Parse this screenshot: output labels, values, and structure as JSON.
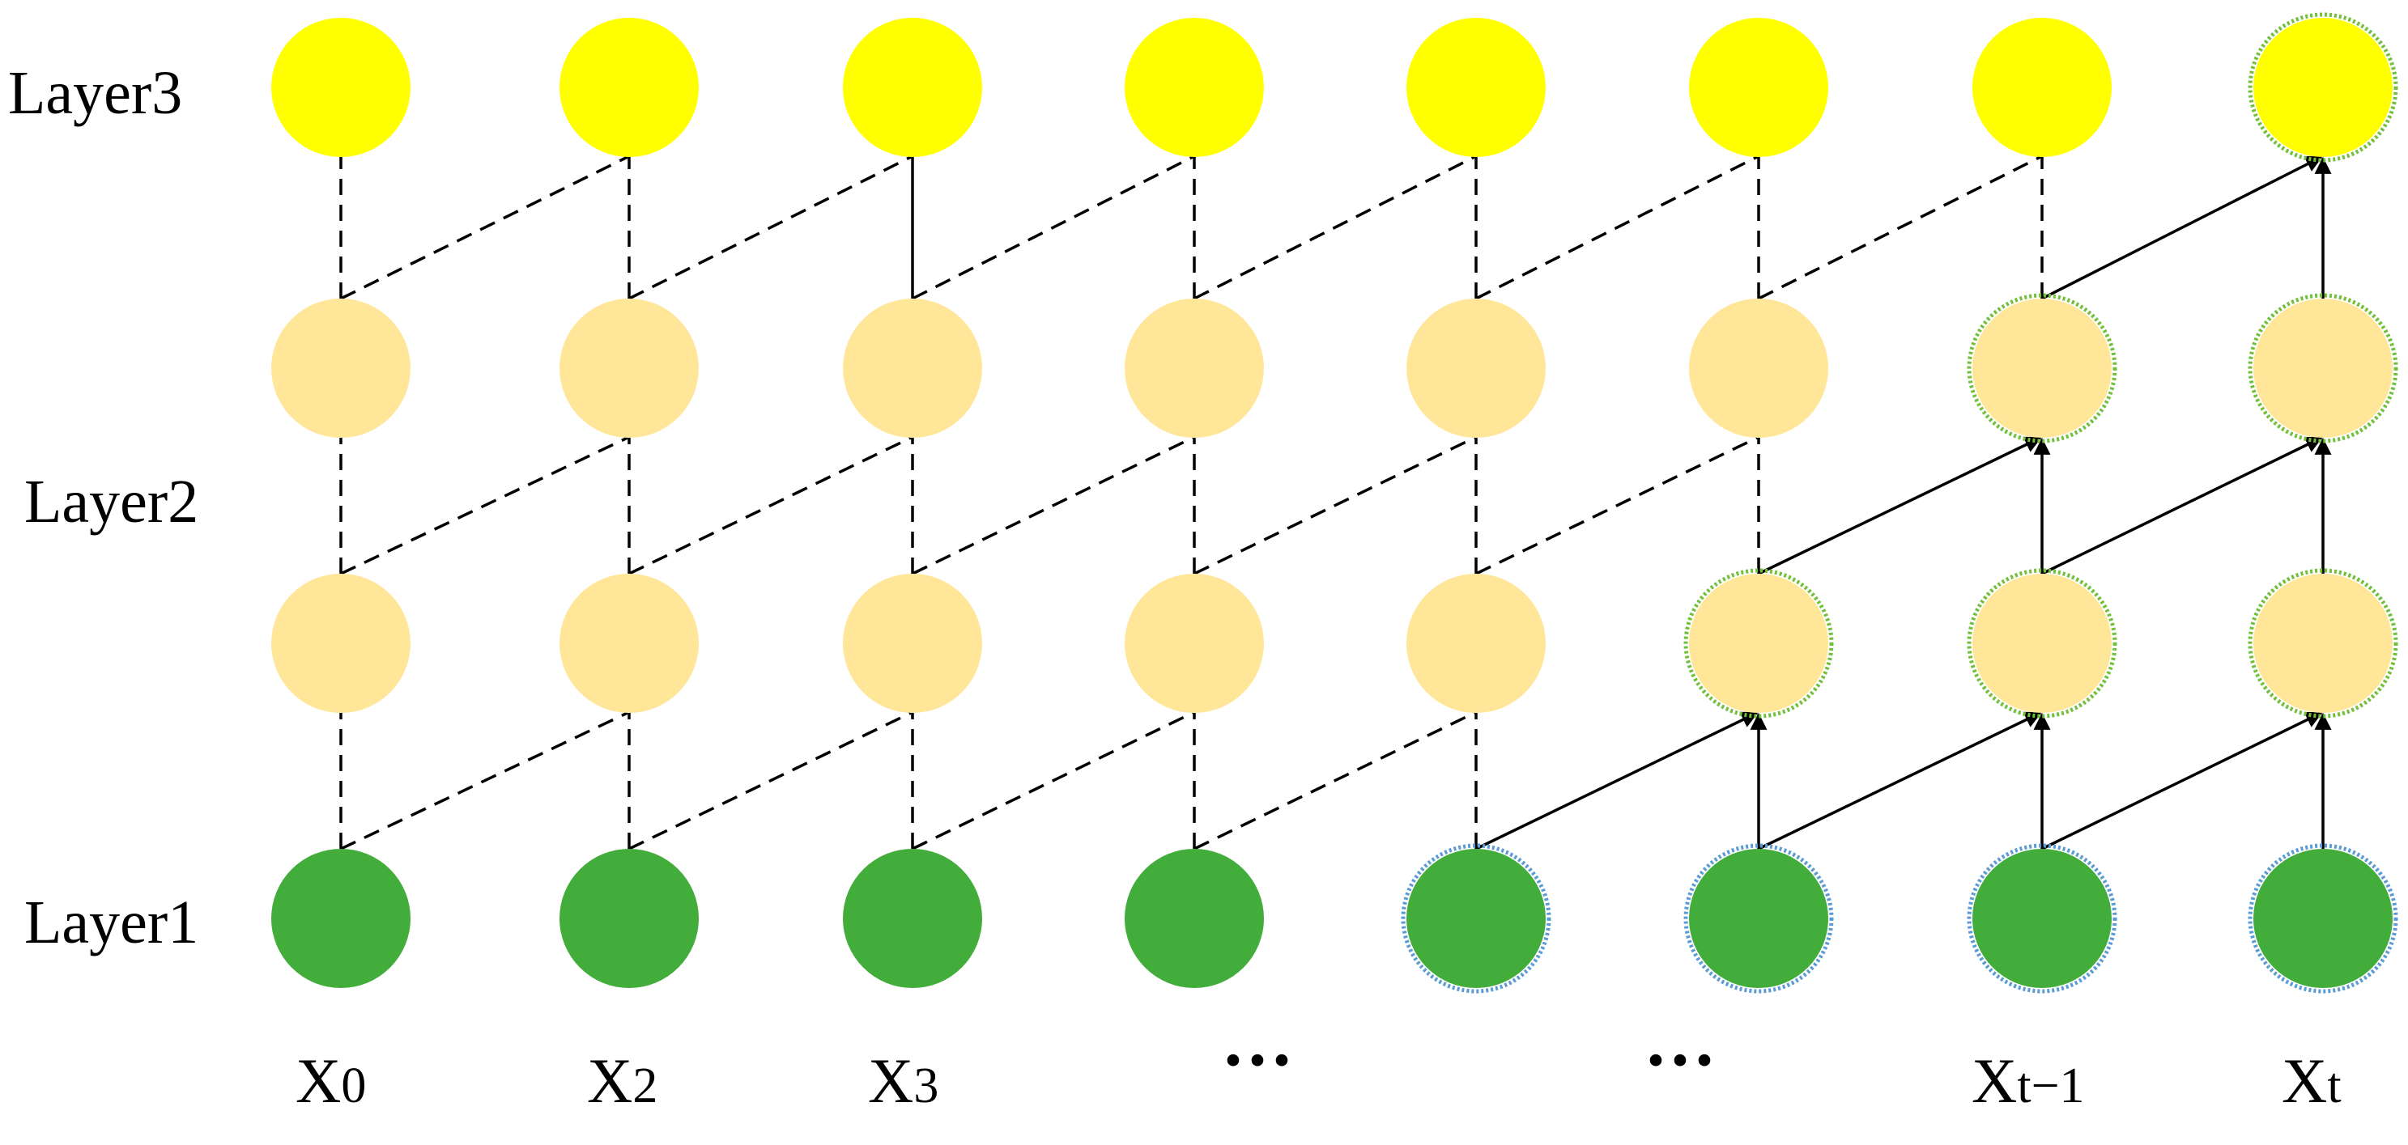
{
  "layers": [
    {
      "key": "layer3",
      "label": "Layer3"
    },
    {
      "key": "layer2",
      "label": "Layer2"
    },
    {
      "key": "layer1",
      "label": "Layer1"
    }
  ],
  "inputs": [
    {
      "main": "X",
      "sub": "0"
    },
    {
      "main": "X",
      "sub": "2"
    },
    {
      "main": "X",
      "sub": "3"
    },
    {
      "main": "···",
      "sub": ""
    },
    {
      "main": "···",
      "sub": ""
    },
    {
      "main": "X",
      "sub": "t−1"
    },
    {
      "main": "X",
      "sub": "t"
    }
  ],
  "colors": {
    "layer3_node": "#ffff00",
    "layer2_node": "#ffe699",
    "layer1_node": "#43ad3c",
    "active_ring_green": "#70c03a",
    "active_ring_blue": "#5b9bd5",
    "edge": "#000000"
  },
  "rows": [
    {
      "id": "r3",
      "kind": "layer3"
    },
    {
      "id": "r2b",
      "kind": "layer2"
    },
    {
      "id": "r2a",
      "kind": "layer2"
    },
    {
      "id": "r1",
      "kind": "layer1"
    }
  ],
  "active_nodes": {
    "r3": [
      7
    ],
    "r2b": [
      6,
      7
    ],
    "r2a": [
      5,
      6,
      7
    ],
    "r1": [
      4,
      5,
      6,
      7
    ]
  }
}
